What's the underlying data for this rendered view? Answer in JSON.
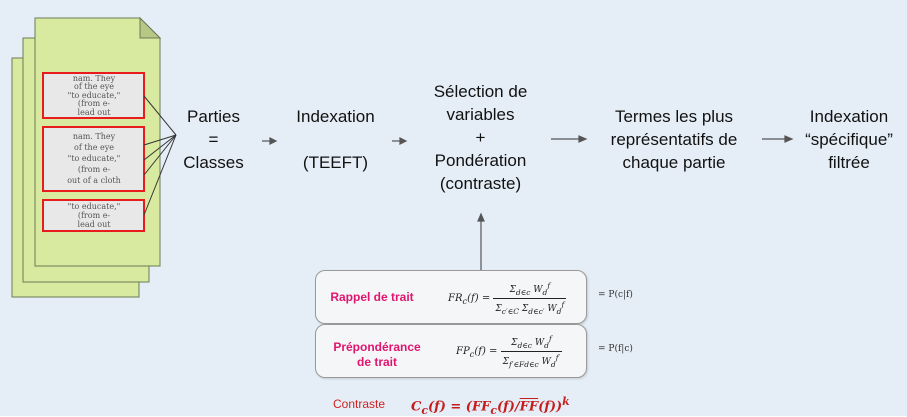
{
  "stages": {
    "parties": [
      "Parties",
      "=",
      "Classes"
    ],
    "indexation": [
      "Indexation",
      "",
      "(TEEFT)"
    ],
    "selection": [
      "Sélection de",
      "variables",
      "+",
      "Pondération",
      "(contraste)"
    ],
    "termes": [
      "Termes les plus",
      "représentatifs de",
      "chaque partie"
    ],
    "indexation_specifique": [
      "Indexation",
      "“spécifique”",
      "filtrée"
    ]
  },
  "measures": {
    "rappel": {
      "label": "Rappel de trait",
      "lhs": "FR",
      "lhs_sub": "c",
      "lhs_arg": "(f) =",
      "numerator": "Σ",
      "numerator_sub": "d∈c",
      "numerator_w": "W",
      "numerator_w_sub": "d",
      "numerator_w_sup": "f",
      "denominator": "Σ",
      "denominator_sub": "c′∈C",
      "denominator_2": "Σ",
      "denominator_2_sub": "d∈c′",
      "denominator_w": "W",
      "denominator_w_sub": "d",
      "denominator_w_sup": "f",
      "equivalent": "= P(c|f)"
    },
    "preponderance": {
      "label_line1": "Prépondérance",
      "label_line2": "de trait",
      "lhs": "FP",
      "lhs_sub": "c",
      "lhs_arg": "(f) =",
      "numerator": "Σ",
      "numerator_sub": "d∈c",
      "numerator_w": "W",
      "numerator_w_sub": "d",
      "numerator_w_sup": "f",
      "denominator": "Σ",
      "denominator_sub": "f′∈F",
      "denominator_2_sub": "d∈c",
      "denominator_w": "W",
      "denominator_w_sub": "d",
      "denominator_w_sup": "f′",
      "equivalent": "= P(f|c)"
    }
  },
  "contraste": {
    "label": "Contraste",
    "formula": "C",
    "formula_sub": "c",
    "formula_mid": "(f) = (FF",
    "formula_sub2": "c",
    "formula_tail": "(f)/",
    "formula_bar": "FF",
    "formula_end": "(f))",
    "formula_exp": "k"
  },
  "document_snippets": [
    [
      "nam. They",
      "of the eye",
      "\"to educate,\"",
      "(from e-",
      "lead out"
    ],
    [
      "nam. They",
      "of the eye",
      "\"to educate,\"",
      "(from e-",
      "out of a cloth"
    ],
    [
      "\"to educate,\"",
      "(from e-",
      "lead out"
    ]
  ],
  "colors": {
    "background": "#e5eef7",
    "document_fill": "#d8ea9f",
    "highlight": "#e81c1c",
    "label_pink": "#e0156f",
    "contraste_red": "#c51d1d"
  }
}
